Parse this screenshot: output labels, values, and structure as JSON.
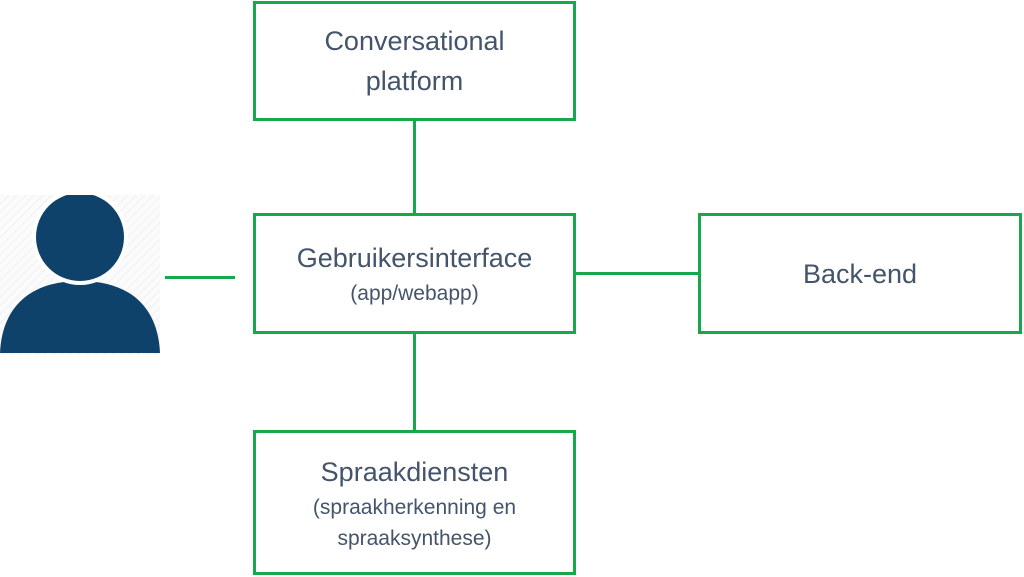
{
  "nodes": {
    "conversational_platform": {
      "title_lines": [
        "Conversational",
        "platform"
      ]
    },
    "user_interface": {
      "title": "Gebruikersinterface",
      "subtitle": "(app/webapp)"
    },
    "back_end": {
      "title": "Back-end"
    },
    "speech_services": {
      "title": "Spraakdiensten",
      "subtitle_lines": [
        "(spraakherkenning en",
        "spraaksynthese)"
      ]
    }
  },
  "icons": {
    "user": "person-icon"
  },
  "colors": {
    "box_border": "#17a84b",
    "connector": "#17a84b",
    "text": "#44546a",
    "person_fill": "#0f426b"
  }
}
